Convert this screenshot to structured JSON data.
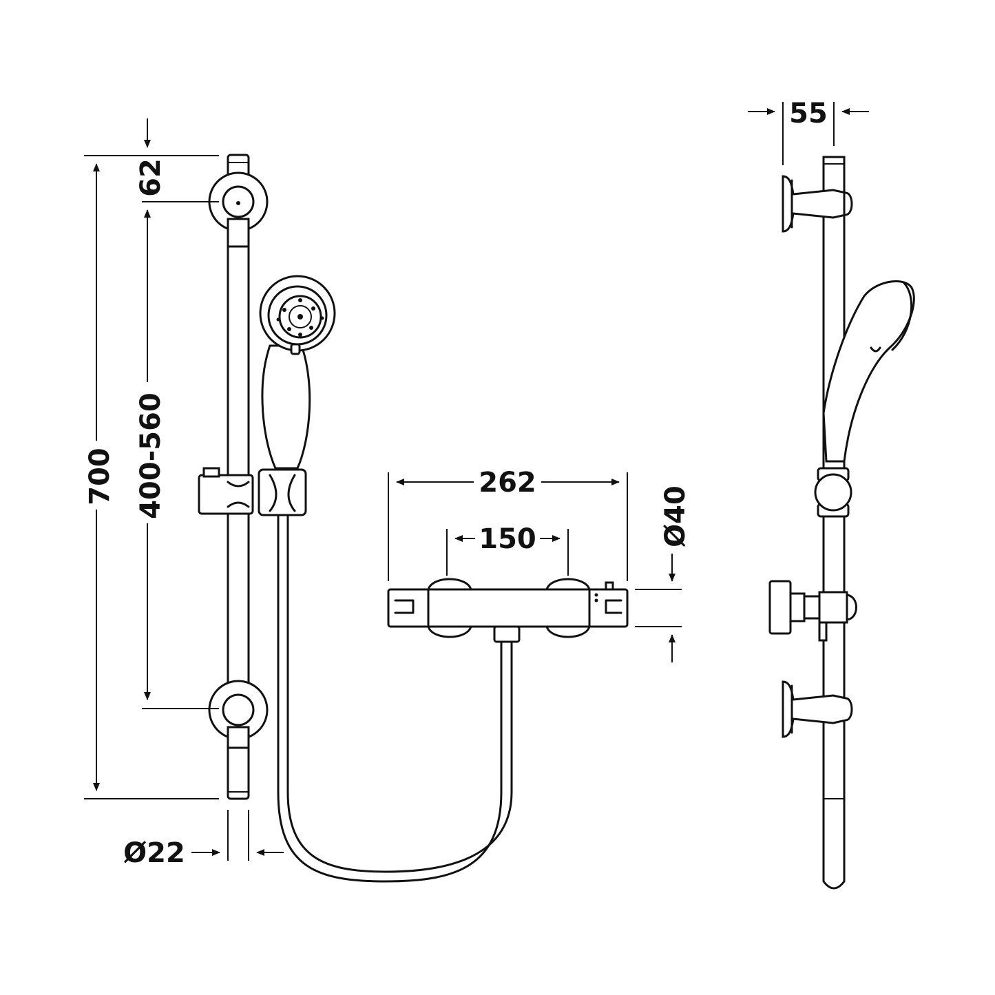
{
  "dimensions": {
    "overall_height": "700",
    "top_offset": "62",
    "bracket_spacing": "400-560",
    "rail_diameter": "Ø22",
    "valve_width": "262",
    "valve_centres": "150",
    "valve_diameter": "Ø40",
    "wall_projection": "55"
  },
  "colors": {
    "line": "#111111",
    "background": "#ffffff"
  }
}
